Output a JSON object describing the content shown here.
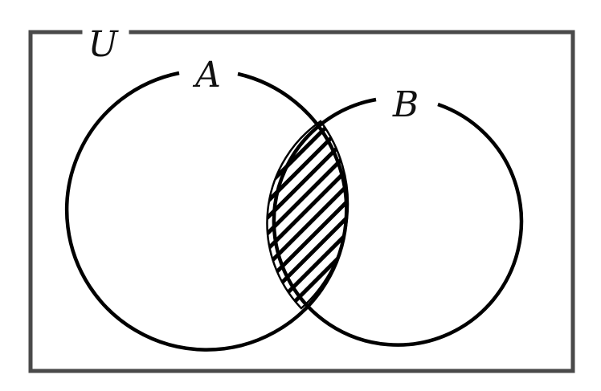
{
  "universe": {
    "label": "U"
  },
  "sets": [
    {
      "id": "A",
      "label": "A"
    },
    {
      "id": "B",
      "label": "B"
    }
  ],
  "shaded_region": "A ∩ B",
  "colors": {
    "frame": "#4a4a4a",
    "outline": "#000000",
    "hatch": "#000000",
    "background": "#ffffff"
  }
}
